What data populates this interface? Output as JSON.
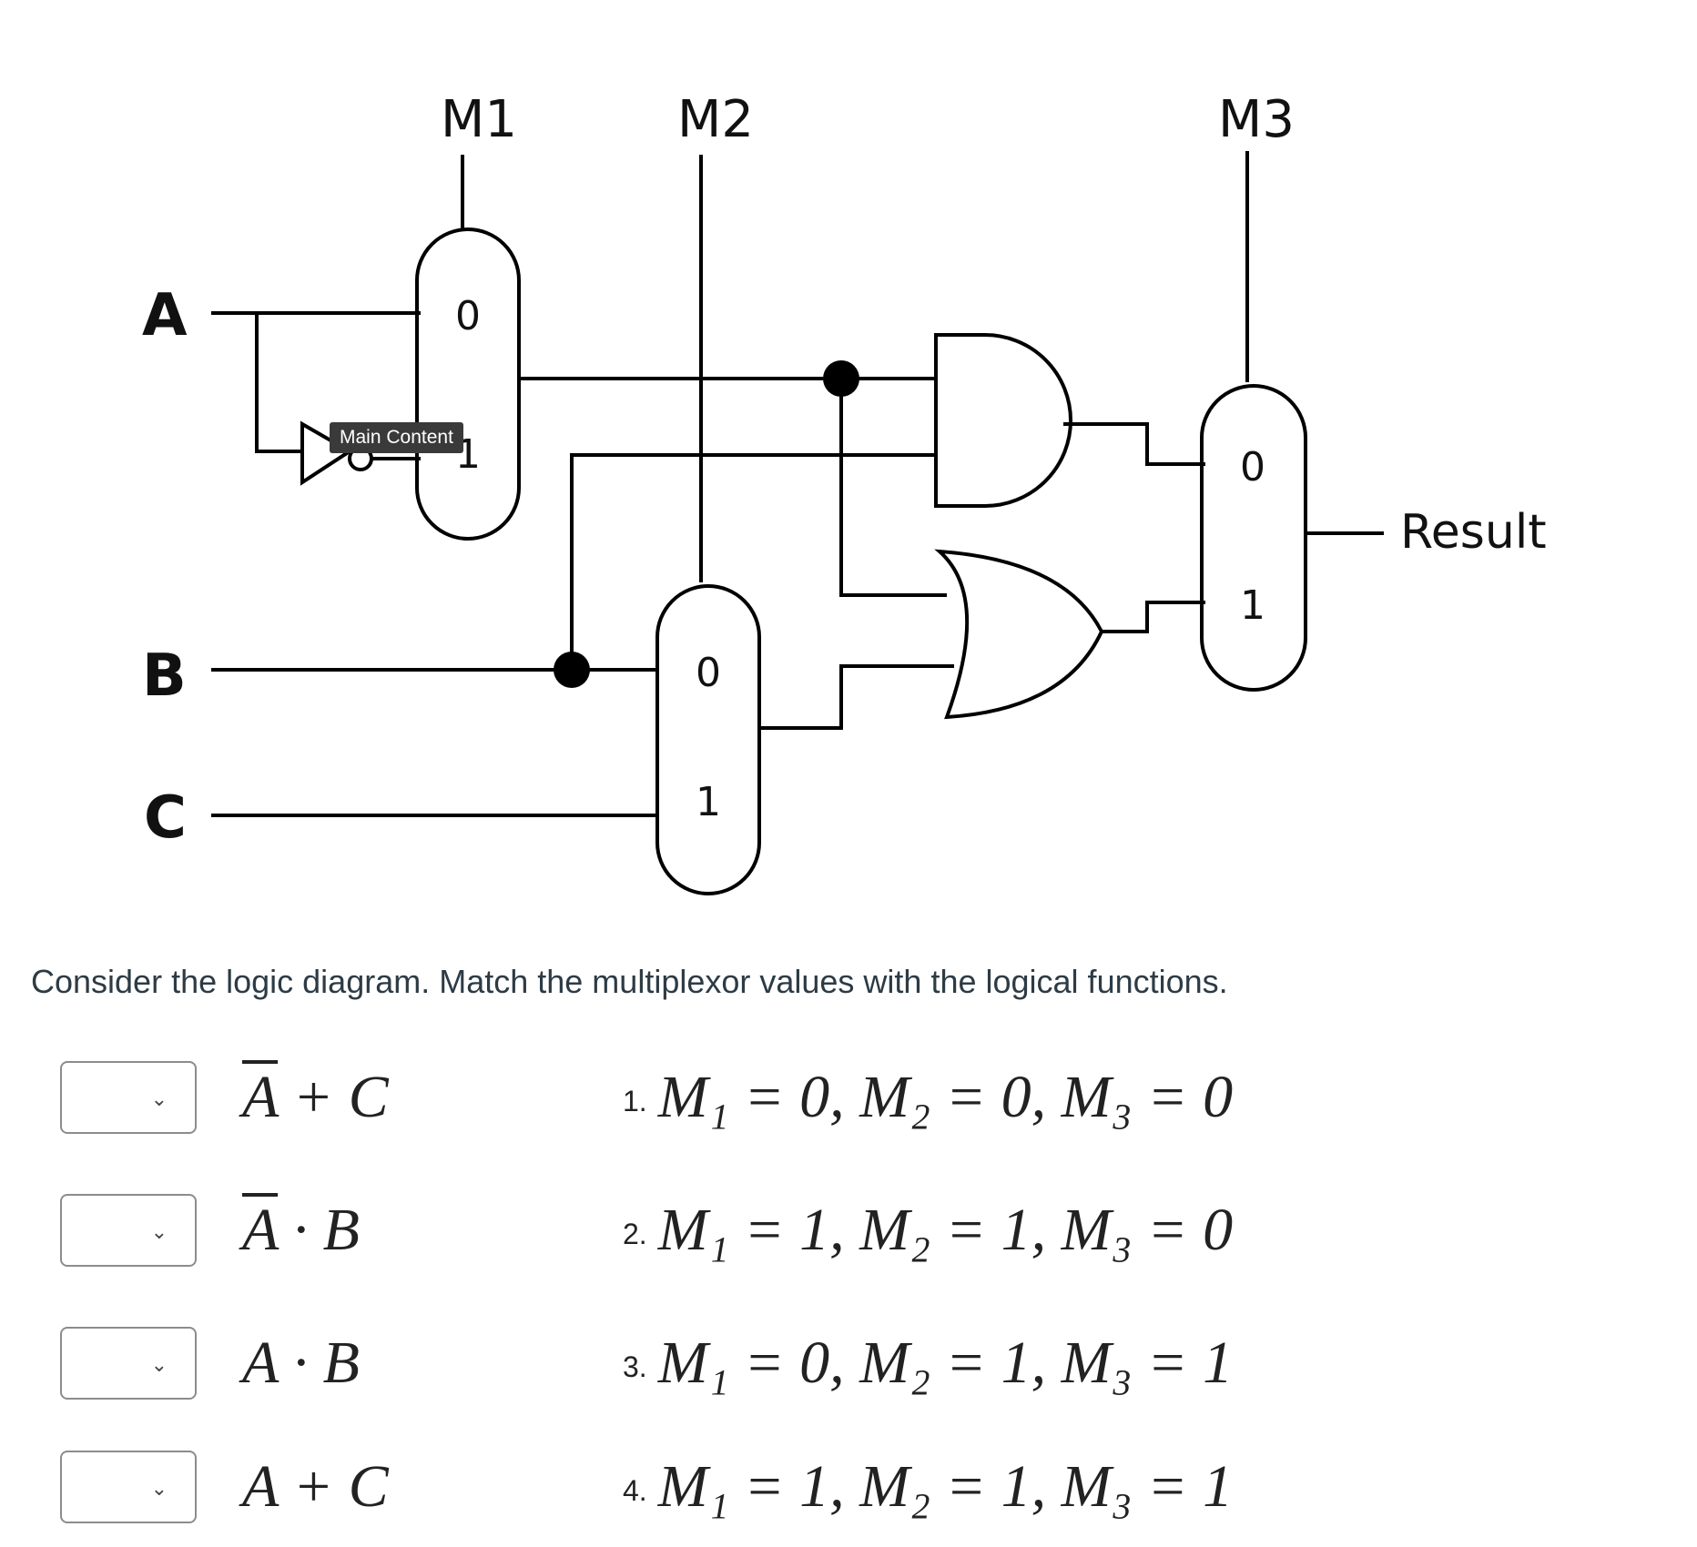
{
  "diagram": {
    "mux_labels": [
      "M1",
      "M2",
      "M3"
    ],
    "inputs": [
      "A",
      "B",
      "C"
    ],
    "mux1": {
      "in0": "0",
      "in1": "1"
    },
    "mux2": {
      "in0": "0",
      "in1": "1"
    },
    "mux3": {
      "in0": "0",
      "in1": "1"
    },
    "output_label": "Result"
  },
  "tooltip": "Main Content",
  "question": "Consider the logic diagram. Match the multiplexor values with the logical functions.",
  "matches": [
    {
      "expression_bar": "A",
      "expression_rest": " + C",
      "select_value": ""
    },
    {
      "expression_bar": "A",
      "expression_rest": " · B",
      "select_value": ""
    },
    {
      "expression_bar": "",
      "expression_rest": "A · B",
      "select_value": ""
    },
    {
      "expression_bar": "",
      "expression_rest": "A + C",
      "select_value": ""
    }
  ],
  "options": [
    {
      "number": "1.",
      "text": "M₁ = 0,  M₂ = 0,  M₃ = 0"
    },
    {
      "number": "2.",
      "text": "M₁ = 1,  M₂ = 1,  M₃ = 0"
    },
    {
      "number": "3.",
      "text": "M₁ = 0,  M₂ = 1,  M₃ = 1"
    },
    {
      "number": "4.",
      "text": "M₁ = 1,  M₂ = 1,  M₃ = 1"
    }
  ]
}
